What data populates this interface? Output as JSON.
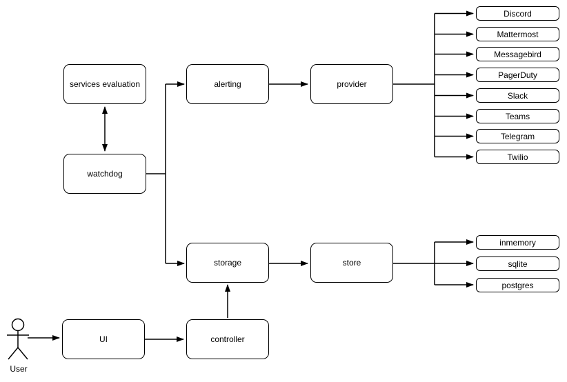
{
  "diagram": {
    "nodes": {
      "services_evaluation": "services evaluation",
      "watchdog": "watchdog",
      "alerting": "alerting",
      "provider": "provider",
      "storage": "storage",
      "store": "store",
      "ui": "UI",
      "controller": "controller"
    },
    "actor": {
      "label": "User"
    },
    "providers": [
      "Discord",
      "Mattermost",
      "Messagebird",
      "PagerDuty",
      "Slack",
      "Teams",
      "Telegram",
      "Twilio"
    ],
    "stores": [
      "inmemory",
      "sqlite",
      "postgres"
    ],
    "colors": {
      "line": "#000000",
      "box_fill": "#ffffff",
      "background": "#ffffff"
    }
  }
}
